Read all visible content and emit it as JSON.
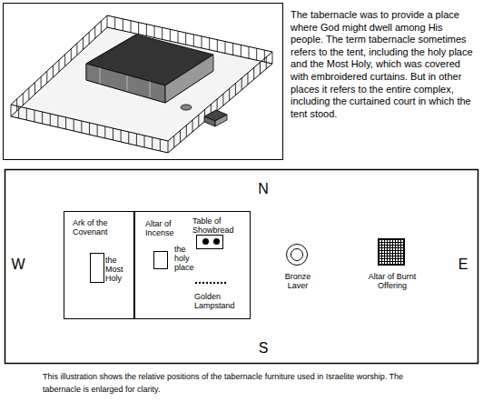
{
  "diagram": {
    "caption": "This illustration shows the relative positions of the tabernacle furniture used in Israelite worship. The tabernacle is enlarged for clarity.",
    "nodes": [
      {
        "text": [
          "the Most Holy"
        ]
      },
      {
        "text": [
          "Ark of the Covenant"
        ],
        "in": 0
      },
      {
        "text": [
          "the holy place"
        ]
      },
      {
        "text": [
          "Altar of Incense"
        ],
        "in": 2
      },
      {
        "text": [
          "Table of Showbread"
        ],
        "in": 2
      },
      {
        "text": [
          "Bronze Laver"
        ]
      },
      {
        "text": [
          "Altar of Burnt Offering"
        ]
      }
    ],
    "labels": [
      "The tabernacle was to provide a place where God might dwell among His people. The term tabernacle sometimes refers to the tent, including the holy place and the Most Holy, which was covered with embroidered curtains. But in other places it refers to the entire complex, including the curtained court in which the tent stood.",
      "N",
      "W",
      "E",
      "S",
      "Golden Lampstand"
    ]
  }
}
